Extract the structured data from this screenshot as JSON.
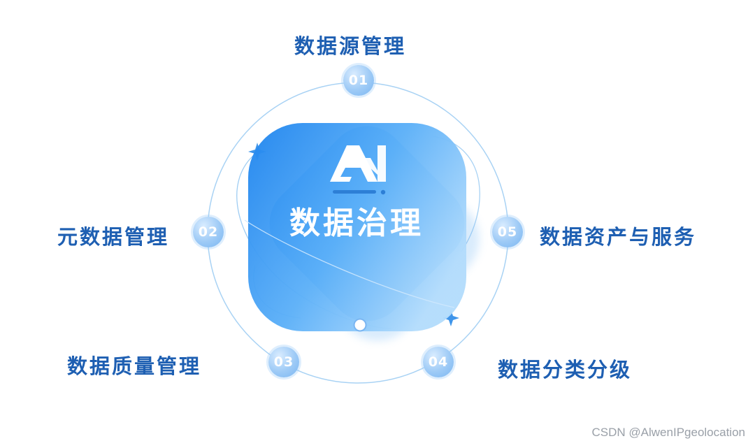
{
  "center": {
    "logo_text": "AI",
    "title": "数据治理"
  },
  "nodes": [
    {
      "number": "01",
      "label": "数据源管理"
    },
    {
      "number": "02",
      "label": "元数据管理"
    },
    {
      "number": "03",
      "label": "数据质量管理"
    },
    {
      "number": "04",
      "label": "数据分类分级"
    },
    {
      "number": "05",
      "label": "数据资产与服务"
    }
  ],
  "watermark": "CSDN @AlwenIPgeolocation",
  "colors": {
    "label": "#1e5fb2",
    "ring": "#9fcdf3",
    "center_dark": "#1f86ee",
    "center_light": "#9ed0fb"
  }
}
